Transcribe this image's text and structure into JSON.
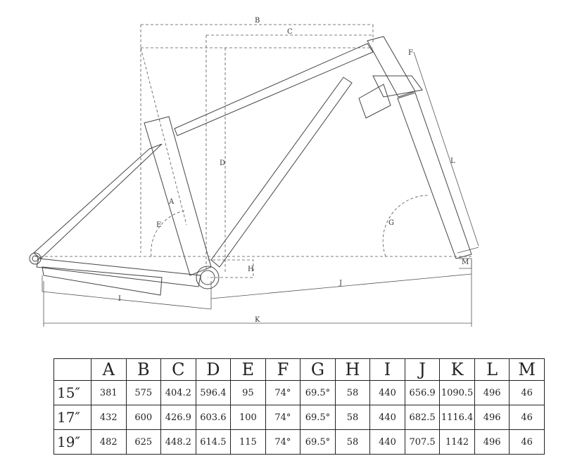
{
  "diagram": {
    "dimension_labels": [
      "B",
      "C",
      "D",
      "A",
      "E",
      "F",
      "G",
      "H",
      "I",
      "J",
      "K",
      "L",
      "M"
    ]
  },
  "table": {
    "corner": "",
    "columns": [
      "A",
      "B",
      "C",
      "D",
      "E",
      "F",
      "G",
      "H",
      "I",
      "J",
      "K",
      "L",
      "M"
    ],
    "rows": [
      {
        "size": "15″",
        "values": [
          "381",
          "575",
          "404.2",
          "596.4",
          "95",
          "74°",
          "69.5°",
          "58",
          "440",
          "656.9",
          "1090.5",
          "496",
          "46"
        ]
      },
      {
        "size": "17″",
        "values": [
          "432",
          "600",
          "426.9",
          "603.6",
          "100",
          "74°",
          "69.5°",
          "58",
          "440",
          "682.5",
          "1116.4",
          "496",
          "46"
        ]
      },
      {
        "size": "19″",
        "values": [
          "482",
          "625",
          "448.2",
          "614.5",
          "115",
          "74°",
          "69.5°",
          "58",
          "440",
          "707.5",
          "1142",
          "496",
          "46"
        ]
      }
    ]
  }
}
